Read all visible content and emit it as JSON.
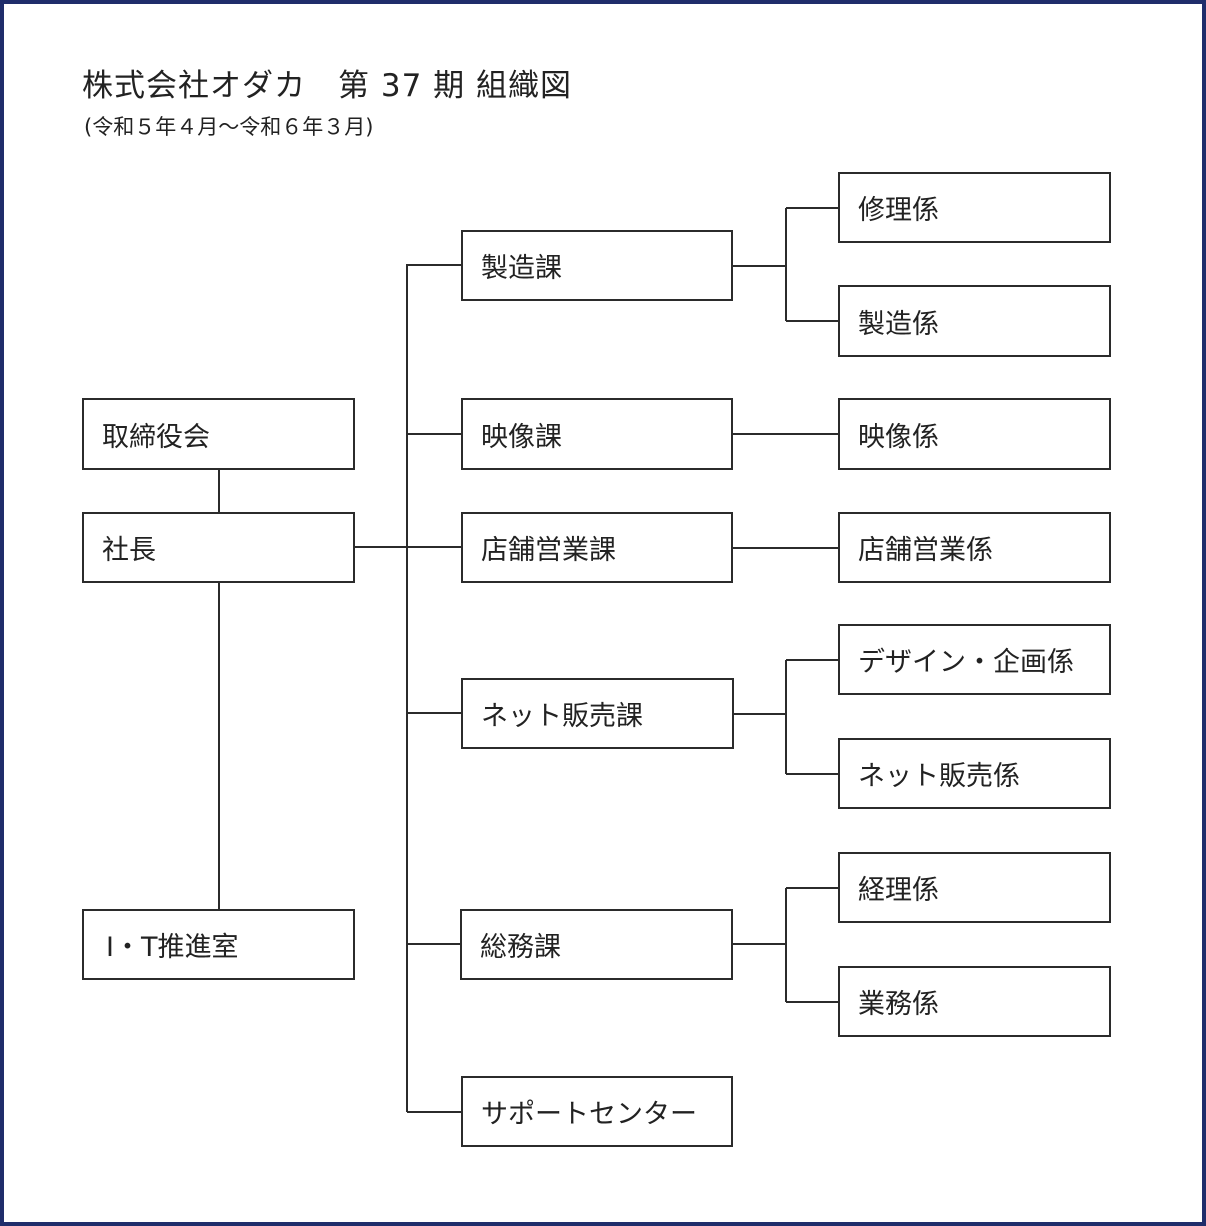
{
  "header": {
    "title": "株式会社オダカ　第 37 期 組織図",
    "subtitle": "(令和５年４月〜令和６年３月)"
  },
  "org": {
    "board": "取締役会",
    "president": "社長",
    "it_office": "I・T推進室",
    "sections": {
      "manufacturing": "製造課",
      "video": "映像課",
      "store_sales": "店舗営業課",
      "net_sales": "ネット販売課",
      "general_affairs": "総務課",
      "support_center": "サポートセンター"
    },
    "units": {
      "repair": "修理係",
      "manufacturing": "製造係",
      "video": "映像係",
      "store_sales": "店舗営業係",
      "design_planning": "デザイン・企画係",
      "net_sales": "ネット販売係",
      "accounting": "経理係",
      "operations": "業務係"
    }
  },
  "colors": {
    "frame": "#1f2d6b",
    "line": "#2b2b2b"
  }
}
